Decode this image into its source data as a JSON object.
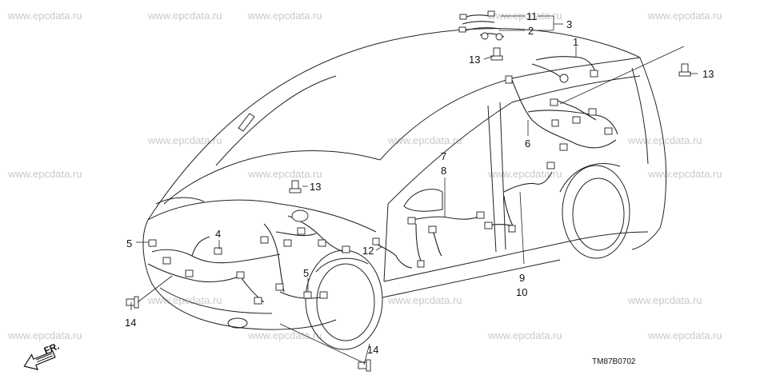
{
  "watermark": "www.epcdata.ru",
  "diagram_code": "TM87B0702",
  "direction_label": "FR.",
  "callouts": {
    "c1": "1",
    "c2": "2",
    "c3": "3",
    "c4": "4",
    "c5a": "5",
    "c5b": "5",
    "c6": "6",
    "c7": "7",
    "c8": "8",
    "c9": "9",
    "c10": "10",
    "c11": "11",
    "c12": "12",
    "c13a": "13",
    "c13b": "13",
    "c13c": "13",
    "c14a": "14",
    "c14b": "14"
  }
}
